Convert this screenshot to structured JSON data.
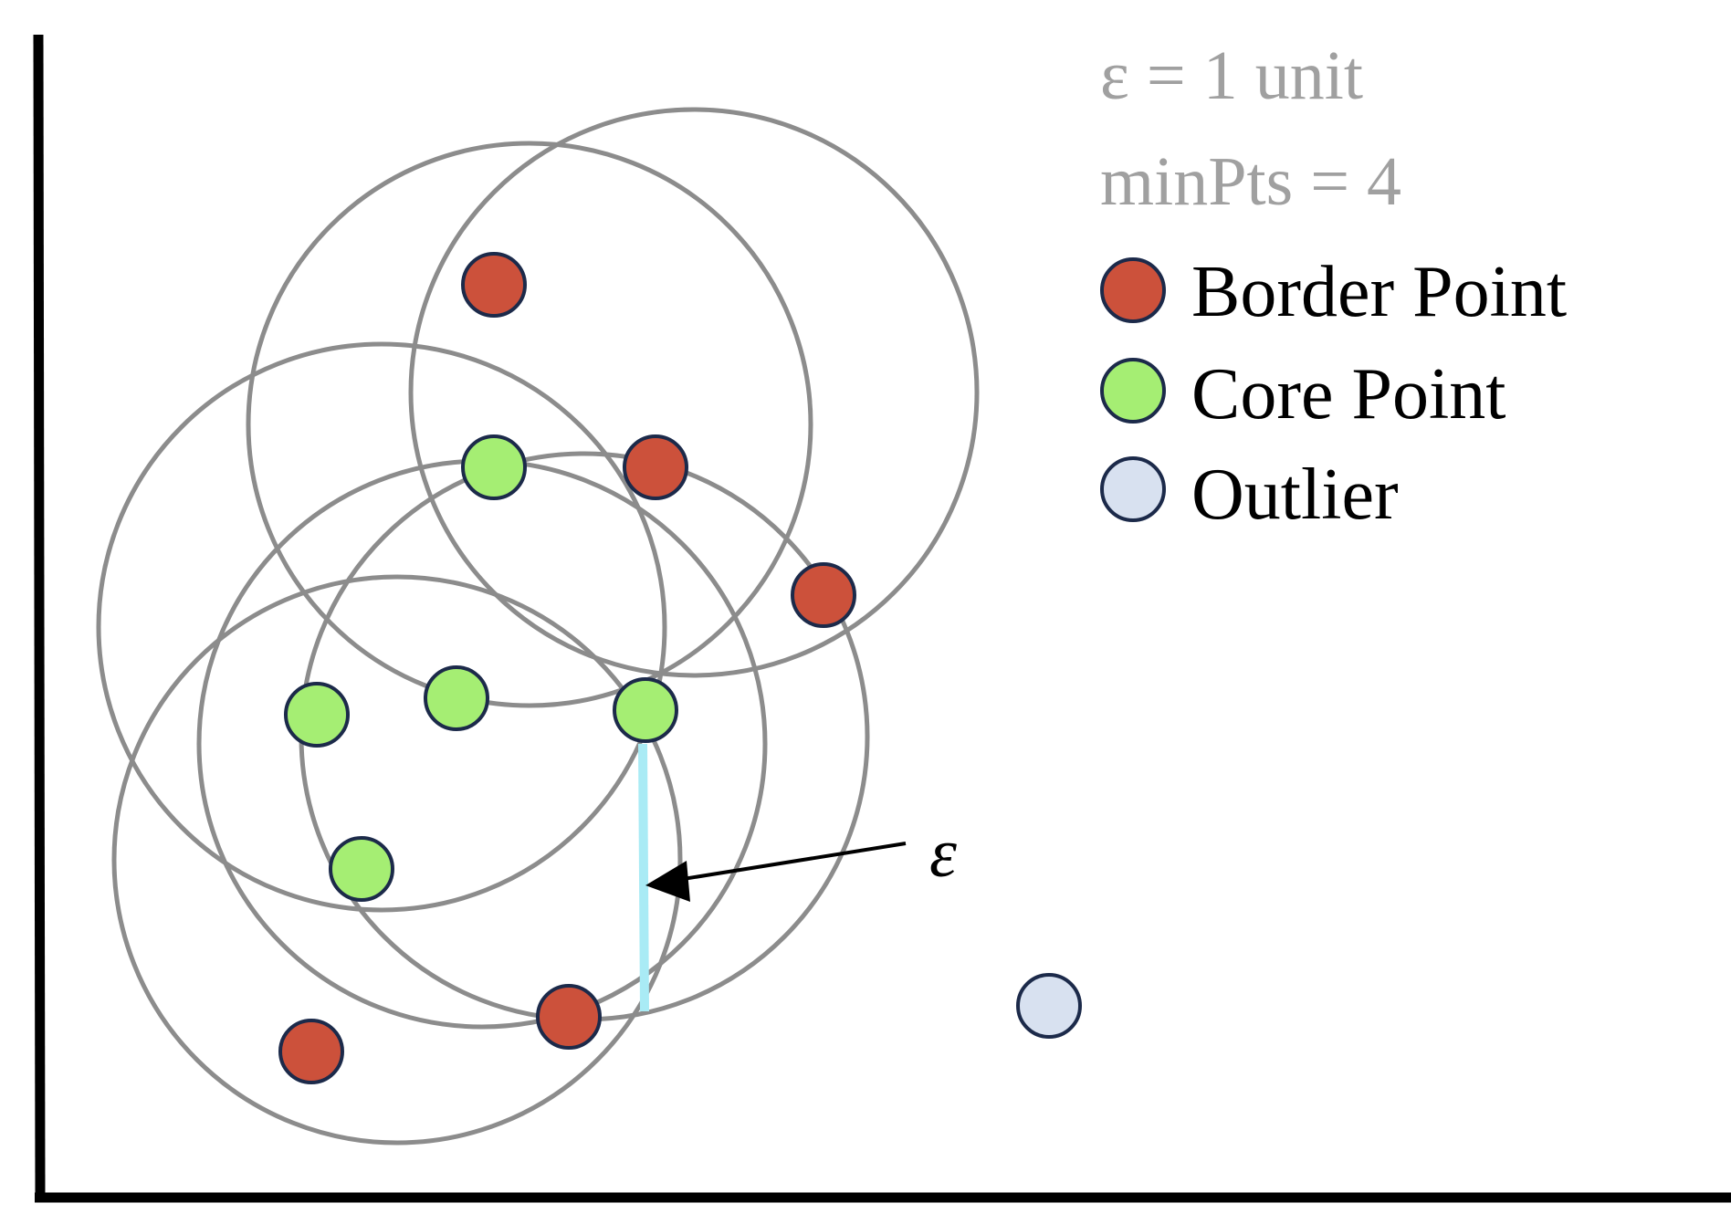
{
  "parameters": {
    "epsilon_text": "ε = 1 unit",
    "minpts_text": "minPts = 4"
  },
  "legend": {
    "border": {
      "label": "Border Point",
      "color": "#cc513b"
    },
    "core": {
      "label": "Core Point",
      "color": "#a5ee73"
    },
    "outlier": {
      "label": "Outlier",
      "color": "#d8e1f0"
    }
  },
  "annotation": {
    "epsilon_label": "ε",
    "radius_line_color": "#a9ebf5"
  },
  "colors": {
    "axis": "#000000",
    "circle_stroke": "#8c8c8c",
    "point_stroke": "#1c2a4a",
    "parameter_text": "#a0a0a0"
  }
}
